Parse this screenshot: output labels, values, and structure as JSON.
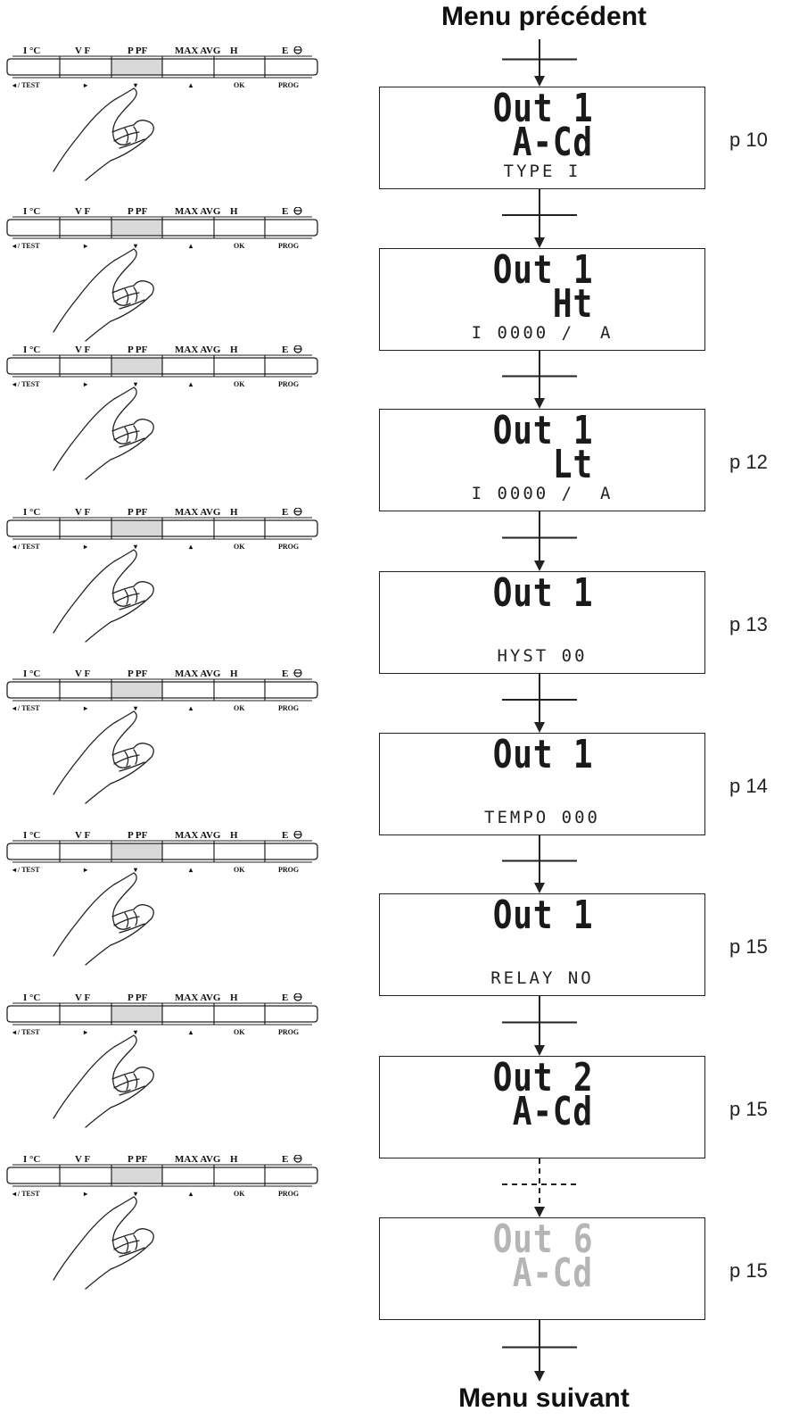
{
  "headings": {
    "top": "Menu précédent",
    "bottom": "Menu suivant"
  },
  "keyboard": {
    "top_labels": [
      "I °C",
      "V  F",
      "P  PF",
      "MAX AVG",
      "H",
      "E"
    ],
    "bottom_labels": [
      "◂ / TEST",
      "▸",
      "▾",
      "▴",
      "OK",
      "PROG"
    ],
    "highlight_key_index": 2,
    "highlight_color": "#d9d9d9"
  },
  "steps": [
    {
      "line1": "Out 1",
      "line2": "A-Cd",
      "mini": "TYPE I",
      "page": "p 10",
      "faded": false
    },
    {
      "line1": "Out 1",
      "line2": "Ht",
      "mini": "I 0000 /  A",
      "page": "",
      "faded": false
    },
    {
      "line1": "Out 1",
      "line2": "Lt",
      "mini": "I 0000 /  A",
      "page": "p 12",
      "faded": false
    },
    {
      "line1": "Out 1",
      "line2": "",
      "mini": "HYST 00",
      "page": "p 13",
      "faded": false
    },
    {
      "line1": "Out 1",
      "line2": "",
      "mini": "TEMPO 000",
      "page": "p 14",
      "faded": false
    },
    {
      "line1": "Out 1",
      "line2": "",
      "mini": "RELAY NO",
      "page": "p 15",
      "faded": false
    },
    {
      "line1": "Out 2",
      "line2": "A-Cd",
      "mini": "",
      "page": "p 15",
      "faded": false
    },
    {
      "line1": "Out 6",
      "line2": "A-Cd",
      "mini": "",
      "page": "p 15",
      "faded": true
    }
  ],
  "connector_dashed_index": 7,
  "colors": {
    "line": "#222222",
    "faded_text": "#b5b5b5"
  }
}
